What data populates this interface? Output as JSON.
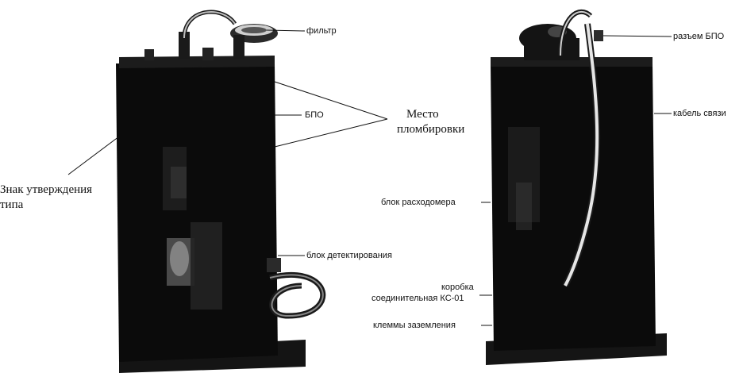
{
  "labels": {
    "filter": "фильтр",
    "bpo": "БПО",
    "seal_place_line1": "Место",
    "seal_place_line2": "пломбировки",
    "approval_mark_line1": "Знак утверждения",
    "approval_mark_line2": "типа",
    "detection_block": "блок детектирования",
    "bpo_connector": "разъем БПО",
    "comm_cable": "кабель связи",
    "flowmeter_block": "блок расходомера",
    "box_line1": "коробка",
    "box_line2": "соединительная КС-01",
    "ground_terminals": "клеммы заземления"
  }
}
